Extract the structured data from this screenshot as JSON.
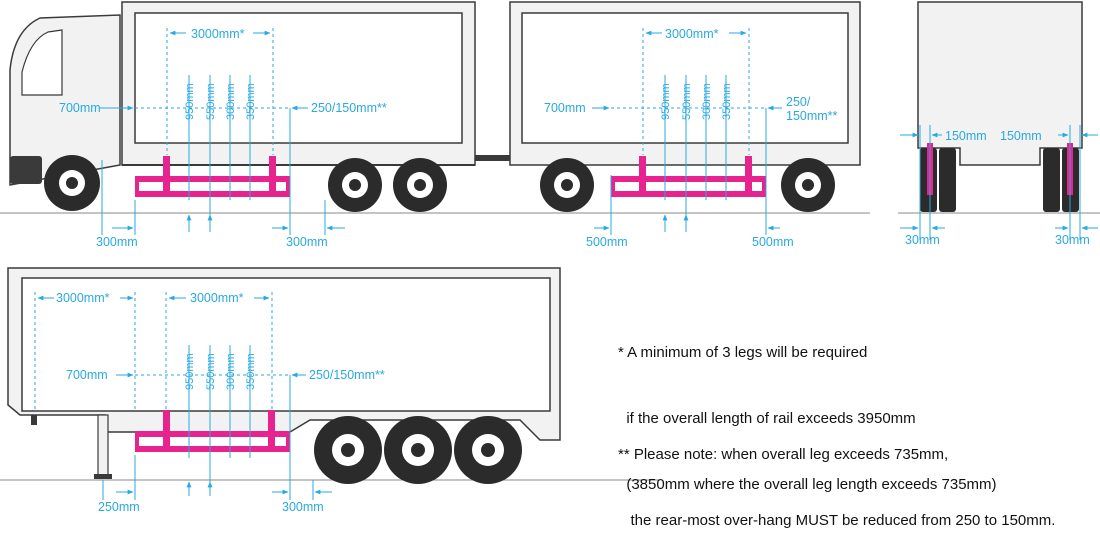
{
  "colors": {
    "dimension": "#29a9e0",
    "rail": "#e6238e",
    "outline": "#3a3a3a",
    "body": "#f2f2f2"
  },
  "truck_view": {
    "top_span": "3000mm*",
    "left_offset": "700mm",
    "right_offset": "250/150mm**",
    "leg_spacings": [
      "950mm",
      "550mm",
      "300mm",
      "350mm"
    ],
    "bottom_left": "300mm",
    "bottom_right": "300mm"
  },
  "trailer_view": {
    "top_span": "3000mm*",
    "left_offset": "700mm",
    "right_offset_line1": "250/",
    "right_offset_line2": "150mm**",
    "leg_spacings": [
      "950mm",
      "550mm",
      "300mm",
      "350mm"
    ],
    "bottom_left": "500mm",
    "bottom_right": "500mm"
  },
  "rear_view": {
    "inner_left": "150mm",
    "inner_right": "150mm",
    "outer_left": "30mm",
    "outer_right": "30mm"
  },
  "semi_view": {
    "top_left_span": "3000mm*",
    "top_span": "3000mm*",
    "left_offset": "700mm",
    "right_offset": "250/150mm**",
    "leg_spacings": [
      "950mm",
      "550mm",
      "300mm",
      "350mm"
    ],
    "bottom_left": "250mm",
    "bottom_right": "300mm"
  },
  "notes": {
    "note1_line1": "* A minimum of 3 legs will be required",
    "note1_line2": "  if the overall length of rail exceeds 3950mm",
    "note1_line3": "  (3850mm where the overall leg length exceeds 735mm)",
    "note2_line1": "** Please note: when overall leg exceeds 735mm,",
    "note2_line2": "   the rear-most over-hang MUST be reduced from 250 to 150mm."
  }
}
